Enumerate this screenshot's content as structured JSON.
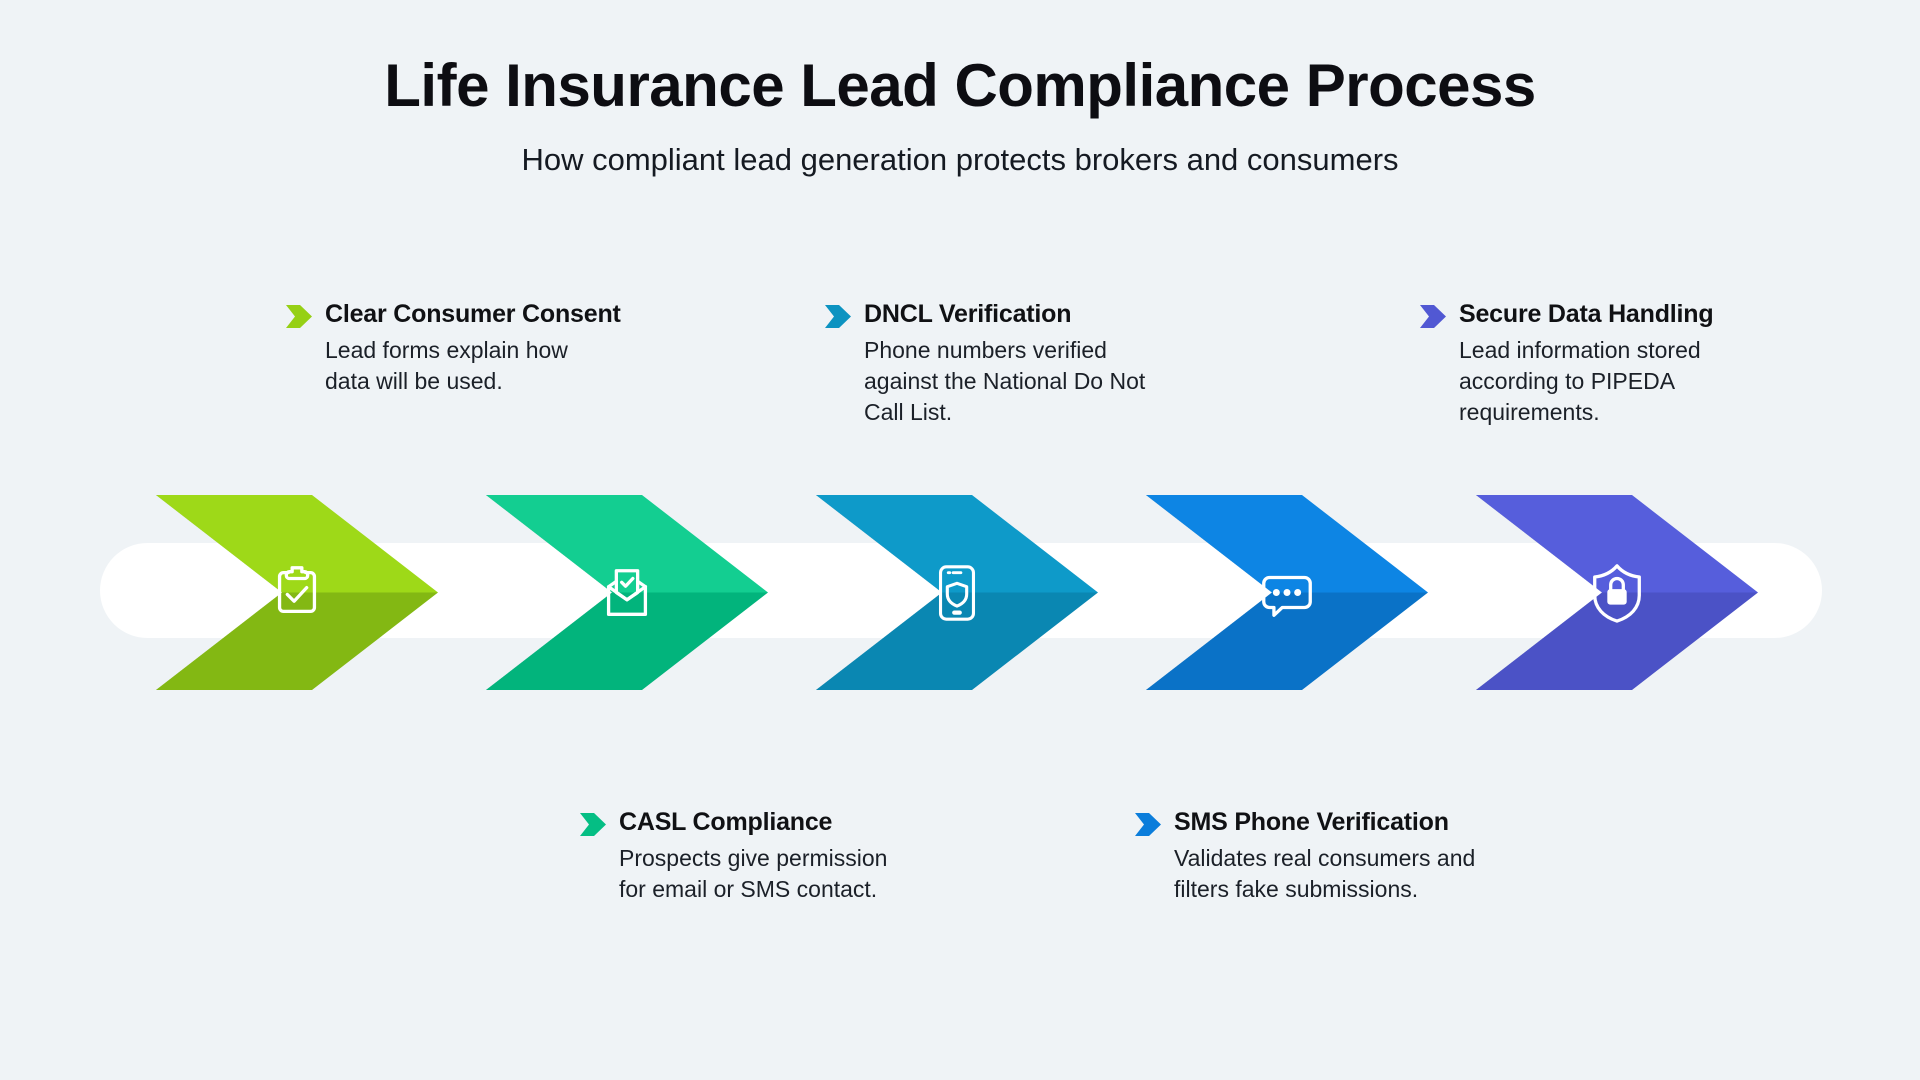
{
  "header": {
    "title": "Life Insurance Lead Compliance Process",
    "subtitle": "How compliant lead generation protects brokers and consumers"
  },
  "colors": {
    "background": "#eff3f6",
    "bar": "#ffffff",
    "title_text": "#0d0d12",
    "body_text": "#1b2028"
  },
  "steps": [
    {
      "index": "1",
      "title": "Clear Consumer Consent",
      "description": "Lead forms explain how data will be used.",
      "description_lines": [
        "Lead forms explain how",
        "data will be used."
      ],
      "icon": "clipboard-check-icon",
      "color": "#96D015",
      "color_light": "#9ED918",
      "color_dark": "#83B813",
      "color_corner": "#7FAF12",
      "position": "top"
    },
    {
      "index": "2",
      "title": "CASL Compliance",
      "description": "Prospects give permission for email or SMS contact.",
      "description_lines": [
        "Prospects give permission",
        "for email or SMS contact."
      ],
      "icon": "envelope-check-icon",
      "color": "#05BE84",
      "color_light": "#13CE91",
      "color_dark": "#02B47C",
      "color_corner": "#049A6C",
      "position": "bottom"
    },
    {
      "index": "3",
      "title": "DNCL Verification",
      "description": "Phone numbers verified against the National Do Not Call List.",
      "description_lines": [
        "Phone numbers verified",
        "against the National Do Not",
        "Call List."
      ],
      "icon": "phone-shield-icon",
      "color": "#0C93C1",
      "color_light": "#0E9AC9",
      "color_dark": "#0A87B2",
      "color_corner": "#09789E",
      "position": "top"
    },
    {
      "index": "4",
      "title": "SMS Phone Verification",
      "description": "Validates real consumers and filters fake submissions.",
      "description_lines": [
        "Validates real consumers and",
        "filters fake submissions."
      ],
      "icon": "chat-bubble-dots-icon",
      "color": "#0B7DDB",
      "color_light": "#0D85E4",
      "color_dark": "#0A72C7",
      "color_corner": "#0966B2",
      "position": "bottom"
    },
    {
      "index": "5",
      "title": "Secure Data Handling",
      "description": "Lead information stored according to PIPEDA requirements.",
      "description_lines": [
        "Lead information stored",
        "according to PIPEDA",
        "requirements."
      ],
      "icon": "shield-lock-icon",
      "color": "#5158D3",
      "color_light": "#565EDC",
      "color_dark": "#4B52C6",
      "color_corner": "#454BAF",
      "position": "top"
    }
  ]
}
